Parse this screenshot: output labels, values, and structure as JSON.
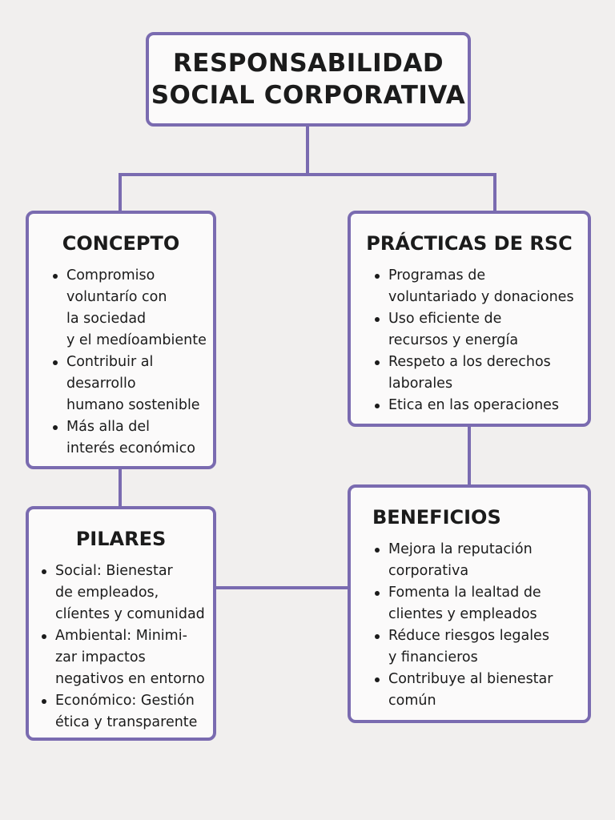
{
  "title": {
    "line1": "RESPONSABILIDAD",
    "line2": "SOCIAL CORPORATIVA"
  },
  "colors": {
    "border": "#7a6bb0",
    "background": "#f1efee",
    "box_fill": "#fbfafa",
    "text": "#1b1b1b"
  },
  "concepto": {
    "heading": "CONCEPTO",
    "items": [
      {
        "lines": [
          "Compromiso",
          "voluntarío con",
          "la sociedad",
          "y el medíoambiente"
        ]
      },
      {
        "lines": [
          "Contribuir al",
          "desarrollo",
          "humano sostenible"
        ]
      },
      {
        "lines": [
          "Más alla del",
          "interés económico"
        ]
      }
    ]
  },
  "practicas": {
    "heading": "PRÁCTICAS DE RSC",
    "items": [
      {
        "lines": [
          "Programas de",
          "voluntariado y donaciones"
        ]
      },
      {
        "lines": [
          "Uso eficiente de",
          "recursos y energía"
        ]
      },
      {
        "lines": [
          "Respeto a los derechos",
          "laborales"
        ]
      },
      {
        "lines": [
          "Etica en las operaciones"
        ]
      }
    ]
  },
  "pilares": {
    "heading": "PILARES",
    "items": [
      {
        "lines": [
          "Social: Bienestar",
          "de empleados,",
          "clíentes y comunidad"
        ]
      },
      {
        "lines": [
          "Ambiental: Minimi-",
          "zar impactos",
          "negativos en entorno"
        ]
      },
      {
        "lines": [
          "Económico: Gestión",
          "ética y transparente"
        ]
      }
    ]
  },
  "beneficios": {
    "heading": "BENEFICIOS",
    "items": [
      {
        "lines": [
          "Mejora la reputación",
          "corporativa"
        ]
      },
      {
        "lines": [
          "Fomenta la lealtad de",
          "clientes y empleados"
        ]
      },
      {
        "lines": [
          "Réduce riesgos legales",
          "y financieros"
        ]
      },
      {
        "lines": [
          "Contribuye al bienestar",
          "común"
        ]
      }
    ]
  }
}
